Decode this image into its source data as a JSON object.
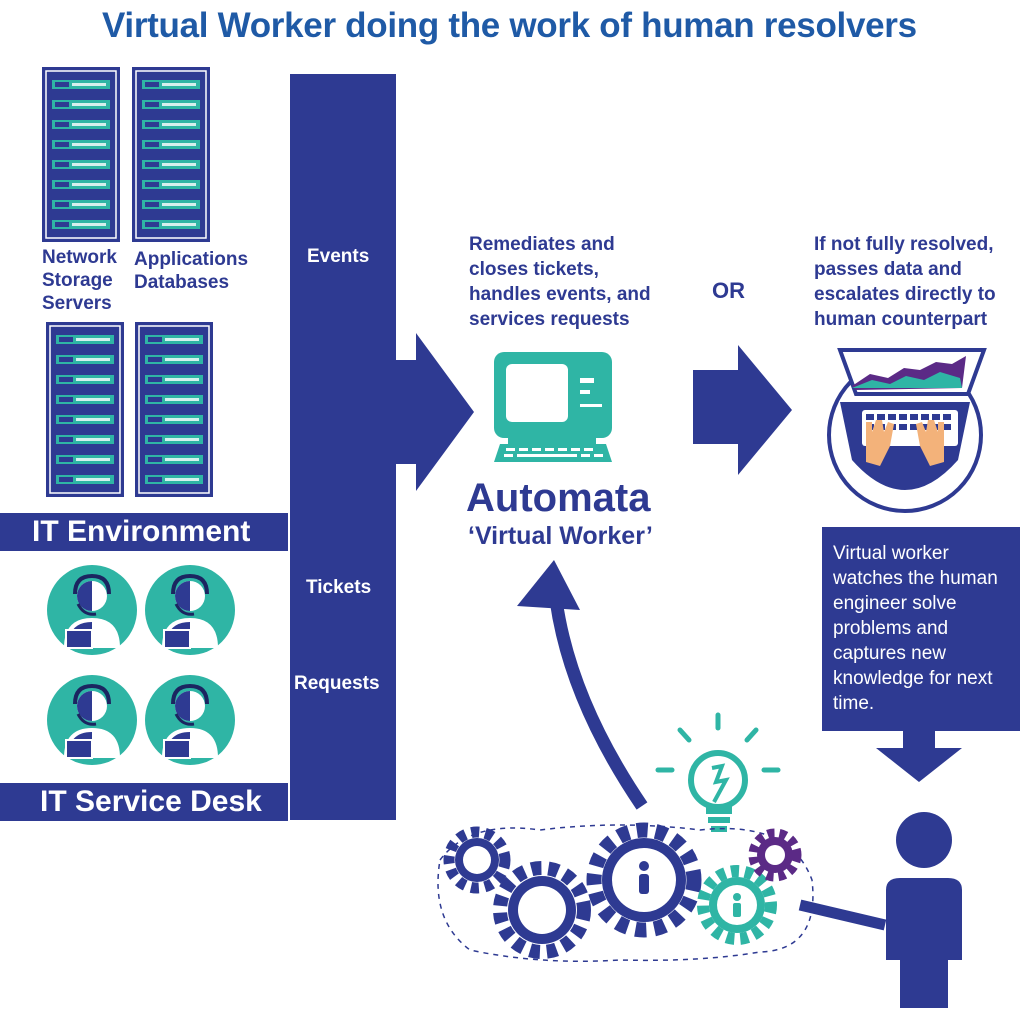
{
  "title": "Virtual Worker doing the work of human resolvers",
  "it_environment": {
    "label_left": [
      "Network",
      "Storage",
      "Servers"
    ],
    "label_right": [
      "Applications",
      "Databases"
    ],
    "header": "IT Environment"
  },
  "it_service_desk": {
    "header": "IT Service Desk"
  },
  "inputs_bar": {
    "events": "Events",
    "tickets": "Tickets",
    "requests": "Requests"
  },
  "automata": {
    "description": [
      "Remediates and",
      "closes tickets,",
      "handles events, and",
      "services requests"
    ],
    "name": "Automata",
    "subtitle": "‘Virtual Worker’"
  },
  "or_label": "OR",
  "escalation": {
    "description": [
      "If not fully resolved,",
      "passes data and",
      "escalates directly to",
      "human counterpart"
    ]
  },
  "learning_note": {
    "lines": [
      "Virtual worker",
      "watches the human",
      "engineer solve",
      "problems and",
      "captures new",
      "knowledge for next",
      "time."
    ]
  },
  "colors": {
    "navy": "#2e3a92",
    "title_blue": "#1f5aa6",
    "teal": "#2fb5a5",
    "purple": "#5b2a86",
    "skin": "#f3b27a"
  }
}
